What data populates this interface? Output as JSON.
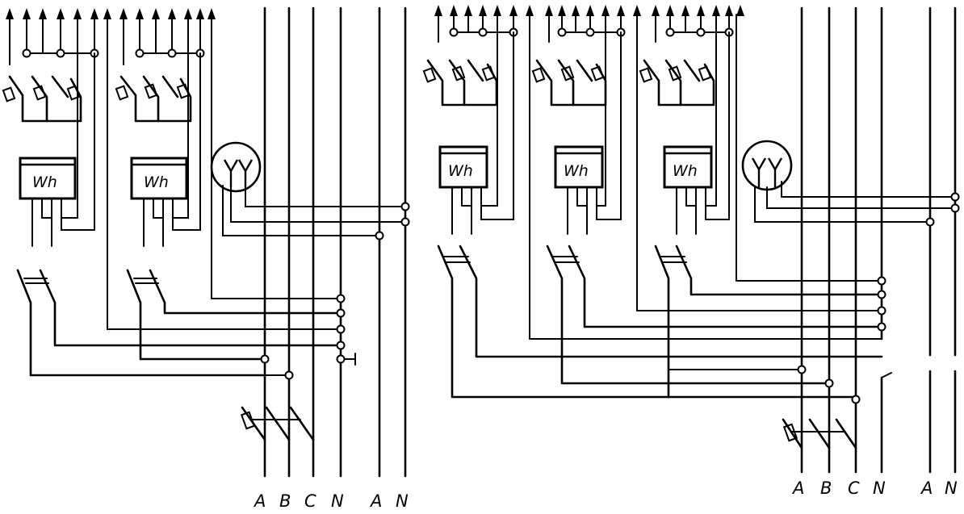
{
  "diagram": {
    "colors": {
      "ink": "#000000",
      "paper": "#ffffff"
    },
    "left_panel": {
      "meter_labels": [
        "Wh",
        "Wh"
      ],
      "bus_labels": [
        "A",
        "B",
        "C",
        "N",
        "A",
        "N"
      ]
    },
    "right_panel": {
      "meter_labels": [
        "Wh",
        "Wh",
        "Wh"
      ],
      "bus_labels": [
        "A",
        "B",
        "C",
        "N",
        "A",
        "N"
      ]
    },
    "icons": [
      "arrow-up-icon",
      "circuit-breaker-icon",
      "watt-hour-meter-icon",
      "antenna-socket-icon",
      "switch-icon"
    ]
  }
}
